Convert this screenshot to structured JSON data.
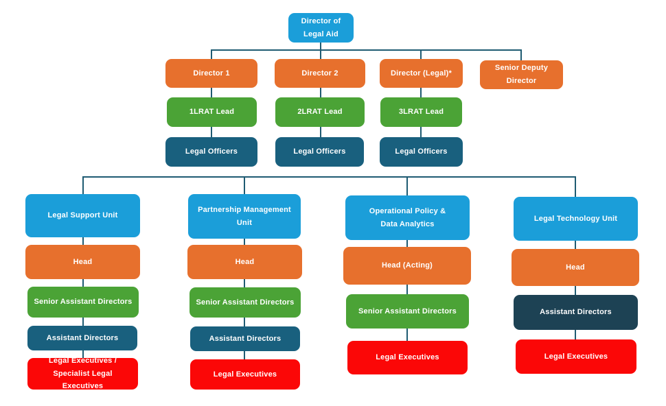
{
  "colors": {
    "blue": "#1B9ED9",
    "orange": "#E7702D",
    "green": "#4BA336",
    "teal": "#19607E",
    "navy": "#1D4254",
    "red": "#FB0707",
    "line": "#1E5B72"
  },
  "top": {
    "root": {
      "label": "Director of\nLegal Aid"
    },
    "branches": [
      {
        "director": "Director 1",
        "lead": "1LRAT Lead",
        "officers": "Legal Officers"
      },
      {
        "director": "Director 2",
        "lead": "2LRAT Lead",
        "officers": "Legal Officers"
      },
      {
        "director": "Director (Legal)*",
        "lead": "3LRAT Lead",
        "officers": "Legal Officers"
      }
    ],
    "senior_deputy": {
      "label": "Senior Deputy\nDirector"
    }
  },
  "units": [
    {
      "name": "Legal Support Unit",
      "roles": [
        {
          "label": "Head"
        },
        {
          "label": "Senior Assistant Directors"
        },
        {
          "label": "Assistant Directors"
        },
        {
          "label": "Legal Executives /\nSpecialist Legal Executives"
        }
      ]
    },
    {
      "name": "Partnership Management  Unit",
      "roles": [
        {
          "label": "Head"
        },
        {
          "label": "Senior Assistant Directors"
        },
        {
          "label": "Assistant Directors"
        },
        {
          "label": "Legal Executives"
        }
      ]
    },
    {
      "name": "Operational Policy &\nData Analytics",
      "roles": [
        {
          "label": "Head (Acting)"
        },
        {
          "label": "Senior Assistant Directors"
        },
        {
          "label": "Legal Executives"
        }
      ]
    },
    {
      "name": "Legal Technology Unit",
      "roles": [
        {
          "label": "Head"
        },
        {
          "label": "Assistant Directors"
        },
        {
          "label": "Legal Executives"
        }
      ]
    }
  ]
}
